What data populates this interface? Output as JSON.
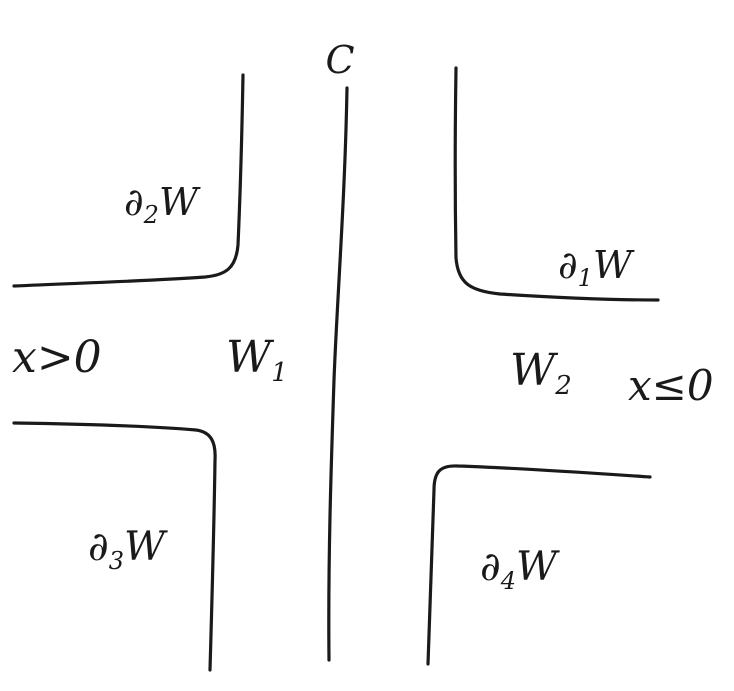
{
  "colors": {
    "ink": "#1a1a1a",
    "paper": "#ffffff"
  },
  "labels": {
    "curve": "C",
    "boundary_2": {
      "main": "∂",
      "sub": "2",
      "tail": "W"
    },
    "boundary_1": {
      "main": "∂",
      "sub": "1",
      "tail": "W"
    },
    "boundary_3": {
      "main": "∂",
      "sub": "3",
      "tail": "W"
    },
    "boundary_4": {
      "main": "∂",
      "sub": "4",
      "tail": "W"
    },
    "region_1": {
      "main": "W",
      "sub": "1"
    },
    "region_2": {
      "main": "W",
      "sub": "2"
    },
    "cond_left": "x>0",
    "cond_right": "x≤0"
  }
}
